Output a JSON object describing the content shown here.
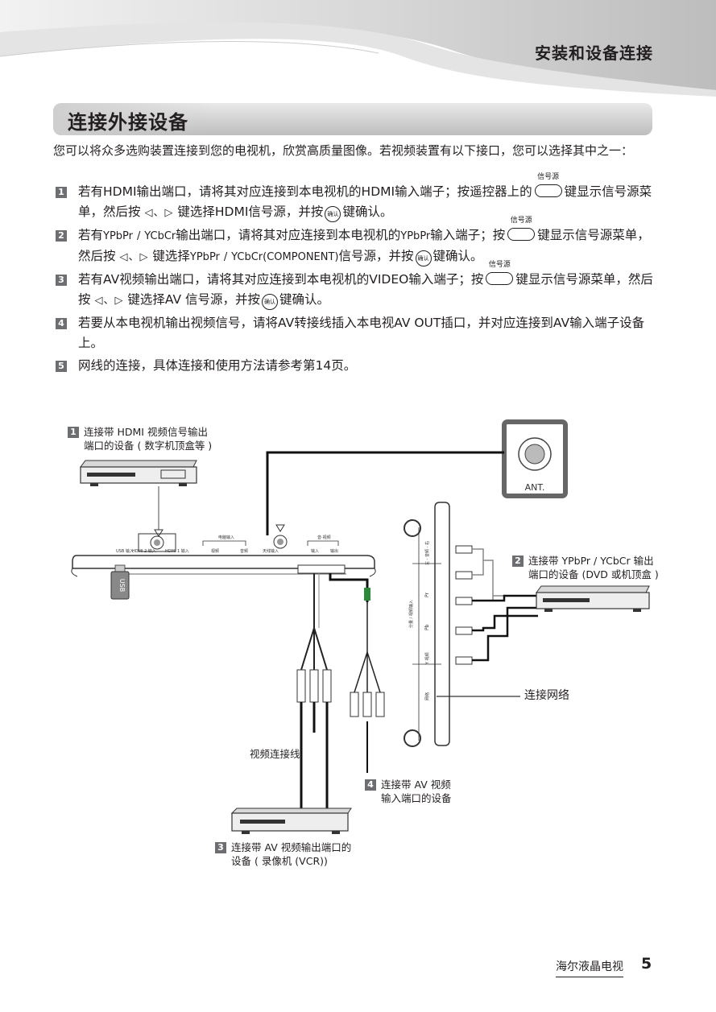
{
  "header": {
    "section_title": "安装和设备连接"
  },
  "title": "连接外接设备",
  "intro": "您可以将众多选购装置连接到您的电视机，欣赏高质量图像。若视频装置有以下接口，您可以选择其中之一：",
  "items": [
    {
      "num": "1",
      "p1": "若有HDMI输出端口，请将其对应连接到本电视机的HDMI输入端子；按遥控器上的",
      "p2": "键显示信号源菜单，然后按",
      "p3": "键选择HDMI信号源，并按",
      "p4": "键确认。"
    },
    {
      "num": "2",
      "p1": "若有",
      "p2": "输出端口，请将其对应连接到本电视机的",
      "p3": "输入端子；按",
      "p4": "键显示信号源菜单，然后按",
      "p5": "键选择",
      "p6": "(COMPONENT)",
      "p7": "信号源，并按",
      "p8": "键确认。"
    },
    {
      "num": "3",
      "p1": "若有AV视频输出端口，请将其对应连接到本电视机的VIDEO输入端子；按",
      "p2": "键显示信号源菜单，然后按",
      "p3": "键选择AV 信号源，并按",
      "p4": "键确认。"
    },
    {
      "num": "4",
      "text": "若要从本电视机输出视频信号，请将AV转接线插入本电视AV OUT插口，并对应连接到AV输入端子设备上。"
    },
    {
      "num": "5",
      "text": "网线的连接，具体连接和使用方法请参考第14页。"
    }
  ],
  "keys": {
    "source_label": "信号源",
    "ok_label": "确认",
    "arrows": "◁、▷"
  },
  "symbols": {
    "ypbpr": "YPbPr",
    "ycbcr": "YCbCr",
    "separator": "/"
  },
  "diagram": {
    "label1": {
      "num": "1",
      "line1": "连接带 HDMI 视频信号输出",
      "line2": "端口的设备 ( 数字机顶盒等 )"
    },
    "label2": {
      "num": "2",
      "line1": "连接带 YPbPr / YCbCr 输出",
      "line2": "端口的设备 (DVD 或机顶盒 )"
    },
    "label3": {
      "num": "3",
      "line1": "连接带 AV 视频输出端口的",
      "line2": "设备 ( 录像机 (VCR))"
    },
    "label4": {
      "num": "4",
      "line1": "连接带 AV 视频",
      "line2": "输入端口的设备"
    },
    "network_label": "连接网络",
    "cable_label": "视频连接线",
    "ant_label": "ANT.",
    "usb_label": "USB",
    "ports": {
      "usb": "USB 输入",
      "hdmi2": "HDMI 2 输入",
      "hdmi1": "HDMI 1 输入",
      "audio_group": "电脑输入",
      "vga": "视频",
      "audio": "音频",
      "antenna": "天线输入",
      "av_group": "音·视频",
      "av_in": "输入",
      "av_out": "输出"
    },
    "side_ports": {
      "audio_lr": "左 - 音频 - 右",
      "component": "分量 / 视频输入",
      "pr": "Pr",
      "pb": "Pb",
      "y": "Y 视频",
      "network": "网络"
    }
  },
  "footer": {
    "brand": "海尔液晶电视",
    "page": "5"
  }
}
